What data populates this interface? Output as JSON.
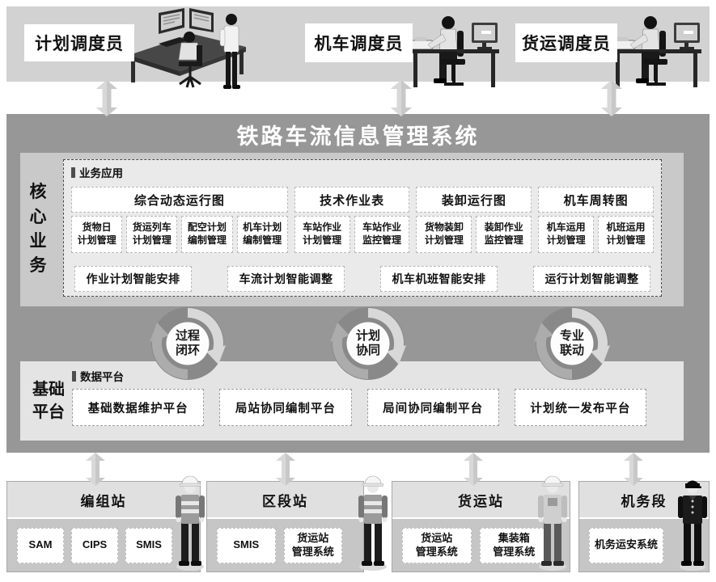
{
  "colors": {
    "band_bg": "#d2d2d2",
    "main_bg": "#979797",
    "core_bg": "#c9c9c9",
    "panel_bg": "#eaeaea",
    "foundation_bg": "#e4e4e4",
    "station_header_bg": "#e0e0e0",
    "station_body_bg": "#c6c6c6"
  },
  "dispatchers": [
    {
      "label": "计划调度员"
    },
    {
      "label": "机车调度员"
    },
    {
      "label": "货运调度员"
    }
  ],
  "system": {
    "title": "铁路车流信息管理系统",
    "core_label": "核心业务",
    "business_panel": {
      "label": "业务应用",
      "groups": [
        {
          "header": "综合动态运行图",
          "items": [
            "货物日\n计划管理",
            "货运列车\n计划管理",
            "配空计划\n编制管理",
            "机车计划\n编制管理"
          ]
        },
        {
          "header": "技术作业表",
          "items": [
            "车站作业\n计划管理",
            "车站作业\n监控管理"
          ]
        },
        {
          "header": "装卸运行图",
          "items": [
            "货物装卸\n计划管理",
            "装卸作业\n监控管理"
          ]
        },
        {
          "header": "机车周转图",
          "items": [
            "机车运用\n计划管理",
            "机班运用\n计划管理"
          ]
        }
      ],
      "smart_items": [
        "作业计划智能安排",
        "车流计划智能调整",
        "机车机班智能安排",
        "运行计划智能调整"
      ]
    },
    "cycles": [
      "过程\n闭环",
      "计划\n协同",
      "专业\n联动"
    ],
    "foundation": {
      "label": "基础\n平台",
      "panel_label": "数据平台",
      "platforms": [
        "基础数据维护平台",
        "局站协同编制平台",
        "局间协同编制平台",
        "计划统一发布平台"
      ]
    }
  },
  "stations": [
    {
      "name": "编组站",
      "systems": [
        "SAM",
        "CIPS",
        "SMIS"
      ]
    },
    {
      "name": "区段站",
      "systems": [
        "SMIS",
        "货运站\n管理系统"
      ]
    },
    {
      "name": "货运站",
      "systems": [
        "货运站\n管理系统",
        "集装箱\n管理系统"
      ]
    },
    {
      "name": "机务段",
      "systems": [
        "机务运安系统"
      ]
    }
  ]
}
